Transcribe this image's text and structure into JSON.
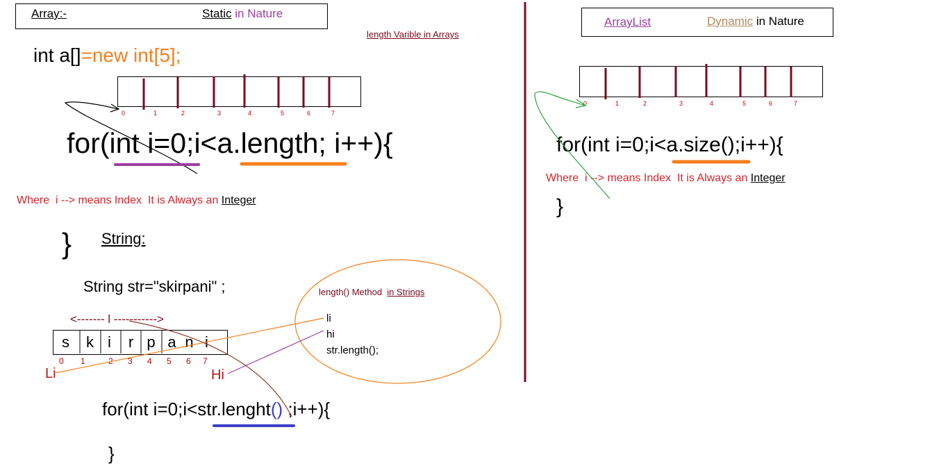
{
  "left": {
    "header": {
      "title": "Array:-",
      "static_word": "Static",
      "static_rest": " in Nature"
    },
    "note_length": "length Varible in Arrays",
    "decl": {
      "part1": "int a[]",
      "part2": "=new int[5];"
    },
    "indices": [
      "0",
      "1",
      "2",
      "3",
      "4",
      "5",
      "6",
      "7"
    ],
    "for_loop": "for(int i=0;i<a.length; i++){",
    "where_note": {
      "text": "Where  i --> means Index  It is Always an ",
      "integer": "Integer"
    },
    "close_brace": "}",
    "string_heading": "String:",
    "string_decl": "String str=\"skirpani\" ;",
    "string_chars": [
      "s",
      "k",
      "i",
      "r",
      "p",
      "a",
      "n",
      "i"
    ],
    "string_indices": [
      "0",
      "1",
      "2",
      "3",
      "4",
      "5",
      "6",
      "7"
    ],
    "range_arrow": "<------- l ----------->",
    "li_label": "Li",
    "hi_label": "Hi",
    "method_note": {
      "text": "length() Method  ",
      "link": "in Strings"
    },
    "bubble_lines": [
      "li",
      "hi",
      "str.length();"
    ],
    "str_for": {
      "pre": "for(int i=0;i<",
      "mid": "str.lenght",
      "paren": "()",
      "post": " ;i++){"
    },
    "str_close": "}"
  },
  "right": {
    "header": {
      "arraylist": "ArrayList",
      "dynamic_word": "Dynamic",
      "dynamic_rest": " in Nature"
    },
    "indices": [
      "0",
      "1",
      "2",
      "3",
      "4",
      "5",
      "6",
      "7"
    ],
    "for_loop": "for(int i=0;i<a.size();i++){",
    "where_note": {
      "text": "Where  i --> means Index  It is Always an ",
      "integer": "Integer"
    },
    "close_brace": "}"
  },
  "colors": {
    "dark_red": "#7b0a1e",
    "orange": "#f4801f",
    "purple": "#9c3fa0",
    "red": "#d8232a",
    "blue": "#3d3fc8",
    "green": "#29a33a",
    "tan": "#b08a5a"
  }
}
